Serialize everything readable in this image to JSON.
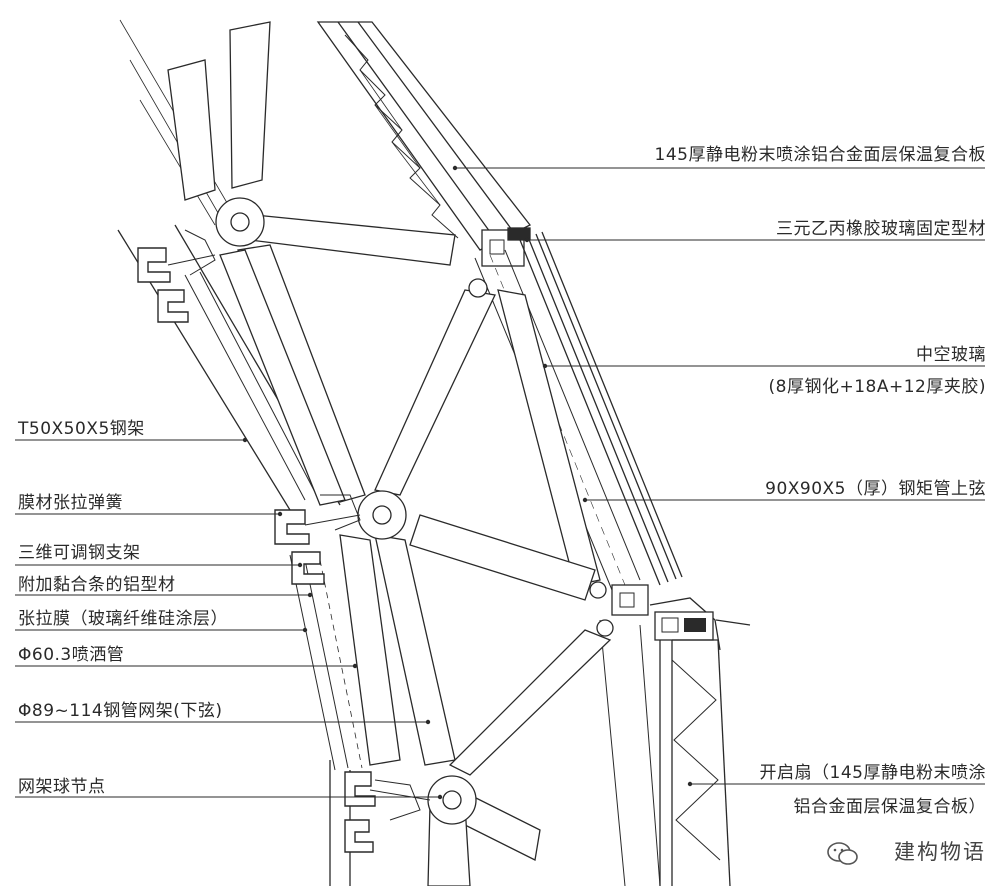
{
  "labels_right": [
    {
      "id": "panel",
      "text": "145厚静电粉末喷涂铝合金面层保温复合板"
    },
    {
      "id": "epdm",
      "text": "三元乙丙橡胶玻璃固定型材"
    },
    {
      "id": "glass1",
      "text": "中空玻璃"
    },
    {
      "id": "glass2",
      "text": "(8厚钢化+18A+12厚夹胶)"
    },
    {
      "id": "tube",
      "text": "90X90X5（厚）钢矩管上弦"
    },
    {
      "id": "vent1",
      "text": "开启扇（145厚静电粉末喷涂"
    },
    {
      "id": "vent2",
      "text": "铝合金面层保温复合板）"
    }
  ],
  "labels_left": [
    {
      "id": "tframe",
      "text": "T50X50X5钢架"
    },
    {
      "id": "spring",
      "text": "膜材张拉弹簧"
    },
    {
      "id": "bracket",
      "text": "三维可调钢支架"
    },
    {
      "id": "alprofile",
      "text": "附加黏合条的铝型材"
    },
    {
      "id": "membrane",
      "text": "张拉膜（玻璃纤维硅涂层）"
    },
    {
      "id": "sprinkler",
      "text": "Φ60.3喷洒管"
    },
    {
      "id": "truss",
      "text": "Φ89~114钢管网架(下弦)"
    },
    {
      "id": "node",
      "text": "网架球节点"
    }
  ],
  "watermark": "建构物语",
  "colors": {
    "line": "#2a2a2a",
    "fill": "#ffffff"
  }
}
